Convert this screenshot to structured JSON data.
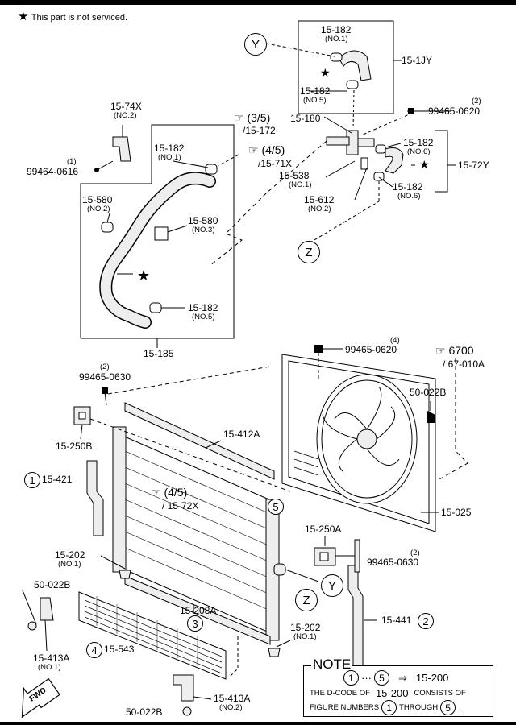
{
  "header": {
    "star": "★",
    "note": "This part is not serviced."
  },
  "labels": {
    "p15_1JY": "15-1JY",
    "p15_182_top": "15-182",
    "no1_top": "(NO.1)",
    "p15_182_no5_top": "15-182",
    "no5_top": "(NO.5)",
    "p99465_0620_top": "99465-0620",
    "q2_top": "(2)",
    "p15_180": "15-180",
    "p15_182_no6a": "15-182",
    "no6a": "(NO.6)",
    "p15_72Y": "15-72Y",
    "p15_182_no6b": "15-182",
    "no6b": "(NO.6)",
    "p15_538": "15-538",
    "no1_538": "(NO.1)",
    "p15_612": "15-612",
    "no2_612": "(NO.2)",
    "ref35": "(3/5)",
    "ref35b": "/15-172",
    "ref45": "(4/5)",
    "ref45b": "/15-71X",
    "p15_74X": "15-74X",
    "no2_74X": "(NO.2)",
    "q1": "(1)",
    "p99464_0616": "99464-0616",
    "p15_182_no1": "15-182",
    "no1_b": "(NO.1)",
    "p15_580_no2": "15-580",
    "no2_580": "(NO.2)",
    "p15_580_no3": "15-580",
    "no3_580": "(NO.3)",
    "p15_182_no5b": "15-182",
    "no5b": "(NO.5)",
    "p15_185": "15-185",
    "q4": "(4)",
    "p99465_0620_mid": "99465-0620",
    "ref6700": "6700",
    "ref6700b": "/ 67-010A",
    "q2_630": "(2)",
    "p99465_0630_left": "99465-0630",
    "p50_022B_right": "50-022B",
    "p15_250B": "15-250B",
    "p15_412A": "15-412A",
    "p15_421": "15-421",
    "ref45c": "(4/5)",
    "ref45cb": "/ 15-72X",
    "p15_025": "15-025",
    "p15_250A": "15-250A",
    "q2_630b": "(2)",
    "p99465_0630_right": "99465-0630",
    "p15_202_left": "15-202",
    "no1_202_left": "(NO.1)",
    "p50_022B_left": "50-022B",
    "p15_208A": "15-208A",
    "p15_202_right": "15-202",
    "no1_202_right": "(NO.1)",
    "p15_441": "15-441",
    "p15_413A_no1": "15-413A",
    "no1_413": "(NO.1)",
    "p15_543": "15-543",
    "p15_413A_no2": "15-413A",
    "no2_413": "(NO.2)",
    "p50_022B_bottom": "50-022B",
    "fwd": "FWD"
  },
  "callouts": {
    "Y": "Y",
    "Z": "Z",
    "n1": "1",
    "n2": "2",
    "n3": "3",
    "n4": "4",
    "n5": "5"
  },
  "note": {
    "title": "NOTE",
    "range_from": "1",
    "ellipsis": "···",
    "range_to": "5",
    "arrow": "⇒",
    "code": "15-200",
    "line2_a": "THE D-CODE OF",
    "line2_code": "15-200",
    "line2_b": "CONSISTS OF",
    "line3_a": "FIGURE NUMBERS",
    "line3_from": "1",
    "line3_mid": "THROUGH",
    "line3_to": "5",
    "line3_end": "."
  },
  "colors": {
    "ink": "#000000",
    "paper": "#ffffff",
    "fill": "#eeeeee"
  }
}
